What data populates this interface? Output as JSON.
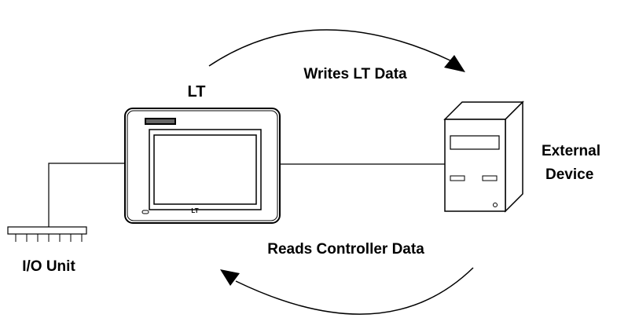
{
  "labels": {
    "lt": "LT",
    "writes": "Writes LT Data",
    "reads": "Reads Controller Data",
    "external_line1": "External",
    "external_line2": "Device",
    "io_unit": "I/O Unit",
    "lt_brand": "LT"
  }
}
